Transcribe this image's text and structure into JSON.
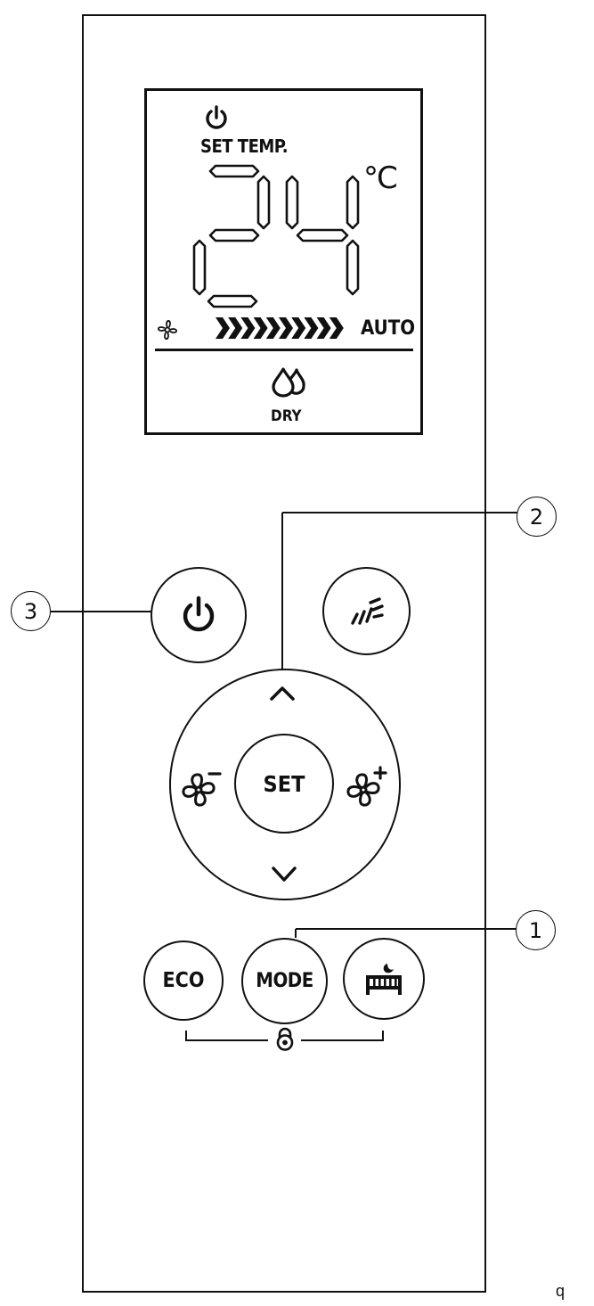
{
  "display": {
    "set_temp_label": "SET TEMP.",
    "temperature": "24",
    "unit": "°C",
    "fan_speed_label": "AUTO",
    "mode_label": "DRY"
  },
  "buttons": {
    "set_label": "SET",
    "eco_label": "ECO",
    "mode_label": "MODE"
  },
  "callouts": [
    "1",
    "2",
    "3"
  ],
  "footer_text": "q",
  "icons": {
    "display_power": "power-icon",
    "display_fan": "fan-icon",
    "display_mode": "water-drops-icon",
    "power_button": "power-icon",
    "swing_button": "swing-icon",
    "fan_down": "fan-minus-icon",
    "fan_up": "fan-plus-icon",
    "sleep_button": "sleep-bed-icon",
    "lock": "lock-icon"
  }
}
